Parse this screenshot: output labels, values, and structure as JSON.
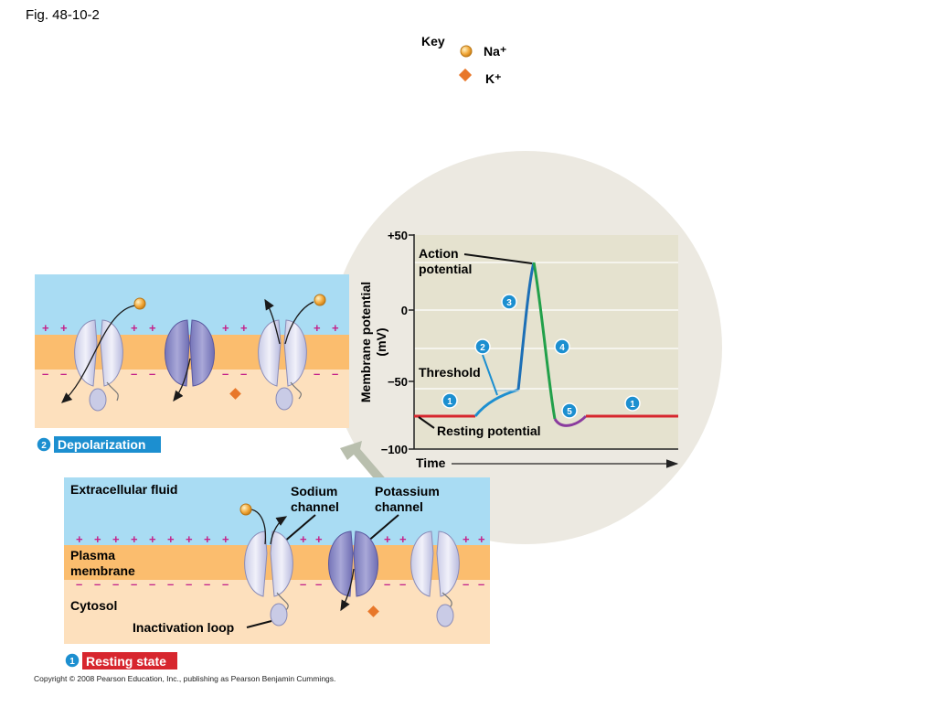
{
  "fig_label": "Fig. 48-10-2",
  "key": {
    "title": "Key",
    "na": "Na⁺",
    "k": "K⁺"
  },
  "graph": {
    "ylabel_line1": "Membrane potential",
    "ylabel_line2": "(mV)",
    "xlabel": "Time",
    "yticks": [
      "+50",
      "0",
      "−50",
      "−100"
    ],
    "annot_action_line1": "Action",
    "annot_action_line2": "potential",
    "annot_threshold": "Threshold",
    "annot_resting": "Resting potential",
    "phases": [
      "1",
      "2",
      "3",
      "4",
      "5",
      "1"
    ]
  },
  "depolarization": {
    "step": "2",
    "label": "Depolarization",
    "charge_plus": "+",
    "charge_minus": "–"
  },
  "resting": {
    "step": "1",
    "label": "Resting state",
    "extracellular": "Extracellular fluid",
    "plasma_line1": "Plasma",
    "plasma_line2": "membrane",
    "cytosol": "Cytosol",
    "inactivation": "Inactivation loop",
    "sodium_line1": "Sodium",
    "sodium_line2": "channel",
    "potassium_line1": "Potassium",
    "potassium_line2": "channel"
  },
  "colors": {
    "na": "#f2a93b",
    "k": "#e8772a",
    "fluid": "#a9dcf3",
    "membrane": "#fbbd6e",
    "cytosol": "#fde0bd",
    "na_channel": "#d6d7ee",
    "k_channel": "#8f8ecb",
    "resting_red": "#d7262e",
    "phase_blue": "#1c8fd0",
    "falling_green": "#22a04a",
    "undershoot_purple": "#8a3b9e"
  },
  "copyright": "Copyright © 2008 Pearson Education, Inc., publishing as Pearson Benjamin Cummings."
}
